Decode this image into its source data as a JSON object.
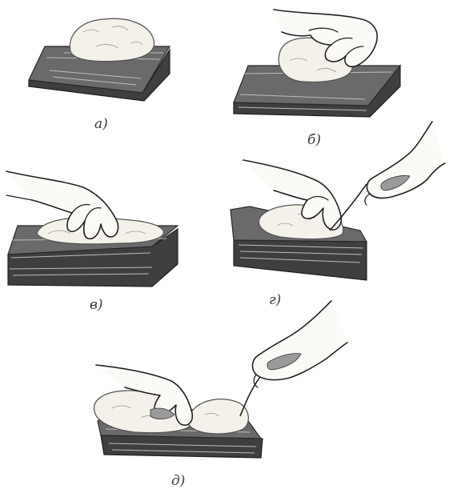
{
  "figure": {
    "panels": [
      {
        "id": "a",
        "label": "а)"
      },
      {
        "id": "b",
        "label": "б)"
      },
      {
        "id": "v",
        "label": "в)"
      },
      {
        "id": "g",
        "label": "г)"
      },
      {
        "id": "d",
        "label": "д)"
      }
    ]
  }
}
